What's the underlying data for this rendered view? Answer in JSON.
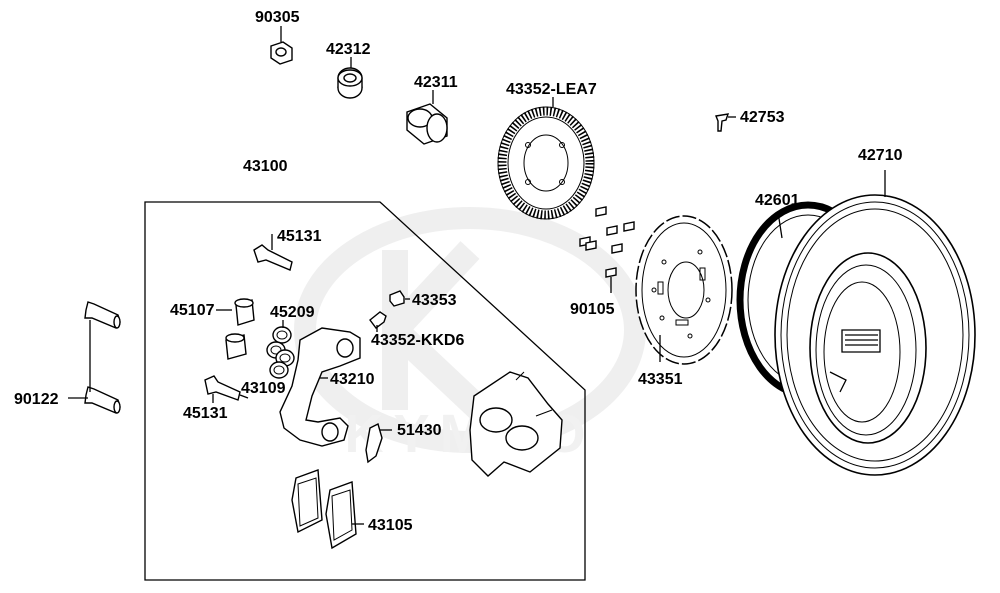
{
  "watermark": {
    "brand": "KYMCO"
  },
  "labels": {
    "p90305": "90305",
    "p42312": "42312",
    "p42311": "42311",
    "p43352_lea7": "43352-LEA7",
    "p42753": "42753",
    "p42710": "42710",
    "p42601": "42601",
    "p43100": "43100",
    "p45131_top": "45131",
    "p43353": "43353",
    "p90105": "90105",
    "p45107": "45107",
    "p45209": "45209",
    "p43352_kkd6": "43352-KKD6",
    "p43351": "43351",
    "p90122": "90122",
    "p43109": "43109",
    "p43210": "43210",
    "p45131_bottom": "45131",
    "p51430": "51430",
    "p43105": "43105"
  },
  "colors": {
    "line": "#000000",
    "background": "#ffffff",
    "watermark": "#e6e6e6"
  }
}
